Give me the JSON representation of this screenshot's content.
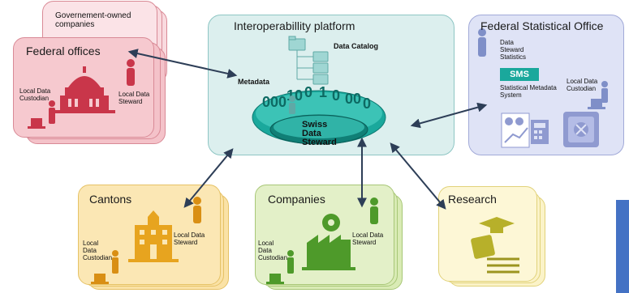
{
  "colors": {
    "pink": "#f6c9cf",
    "pink_border": "#d98a96",
    "platform": "#dcefee",
    "platform_border": "#8ec6c4",
    "blue": "#dfe3f6",
    "blue_border": "#a2aad8",
    "yellow": "#fbe7b4",
    "yellow_border": "#e6c266",
    "green": "#e3f0c8",
    "green_border": "#a8c777",
    "accent": "#4472c4",
    "teal": "#1aa89c"
  },
  "nodes": {
    "govt": {
      "title": "Governement-owned companies"
    },
    "federal": {
      "title": "Federal offices",
      "custodian": "Local Data Custodian",
      "steward": "Local Data Steward"
    },
    "platform": {
      "title": "Interoperabillity platform",
      "catalog": "Data Catalog",
      "metadata": "Metadata",
      "swiss": "Swiss Data Steward"
    },
    "fso": {
      "title": "Federal Statistical Office",
      "steward_stats": "Data Steward Statistics",
      "sms": "SMS",
      "sms_label": "Statistical Metadata System",
      "custodian": "Local Data Custodian"
    },
    "cantons": {
      "title": "Cantons",
      "custodian": "Local Data Custodian",
      "steward": "Local Data Steward"
    },
    "companies": {
      "title": "Companies",
      "custodian": "Local Data Custodian",
      "steward": "Local Data Steward"
    },
    "research": {
      "title": "Research"
    }
  },
  "icons": [
    "person-icon",
    "building-icon",
    "folder-icon",
    "computer-icon",
    "safe-icon",
    "chart-icon",
    "calculator-icon",
    "factory-icon",
    "gear-icon",
    "graduation-cap-icon",
    "book-icon"
  ]
}
